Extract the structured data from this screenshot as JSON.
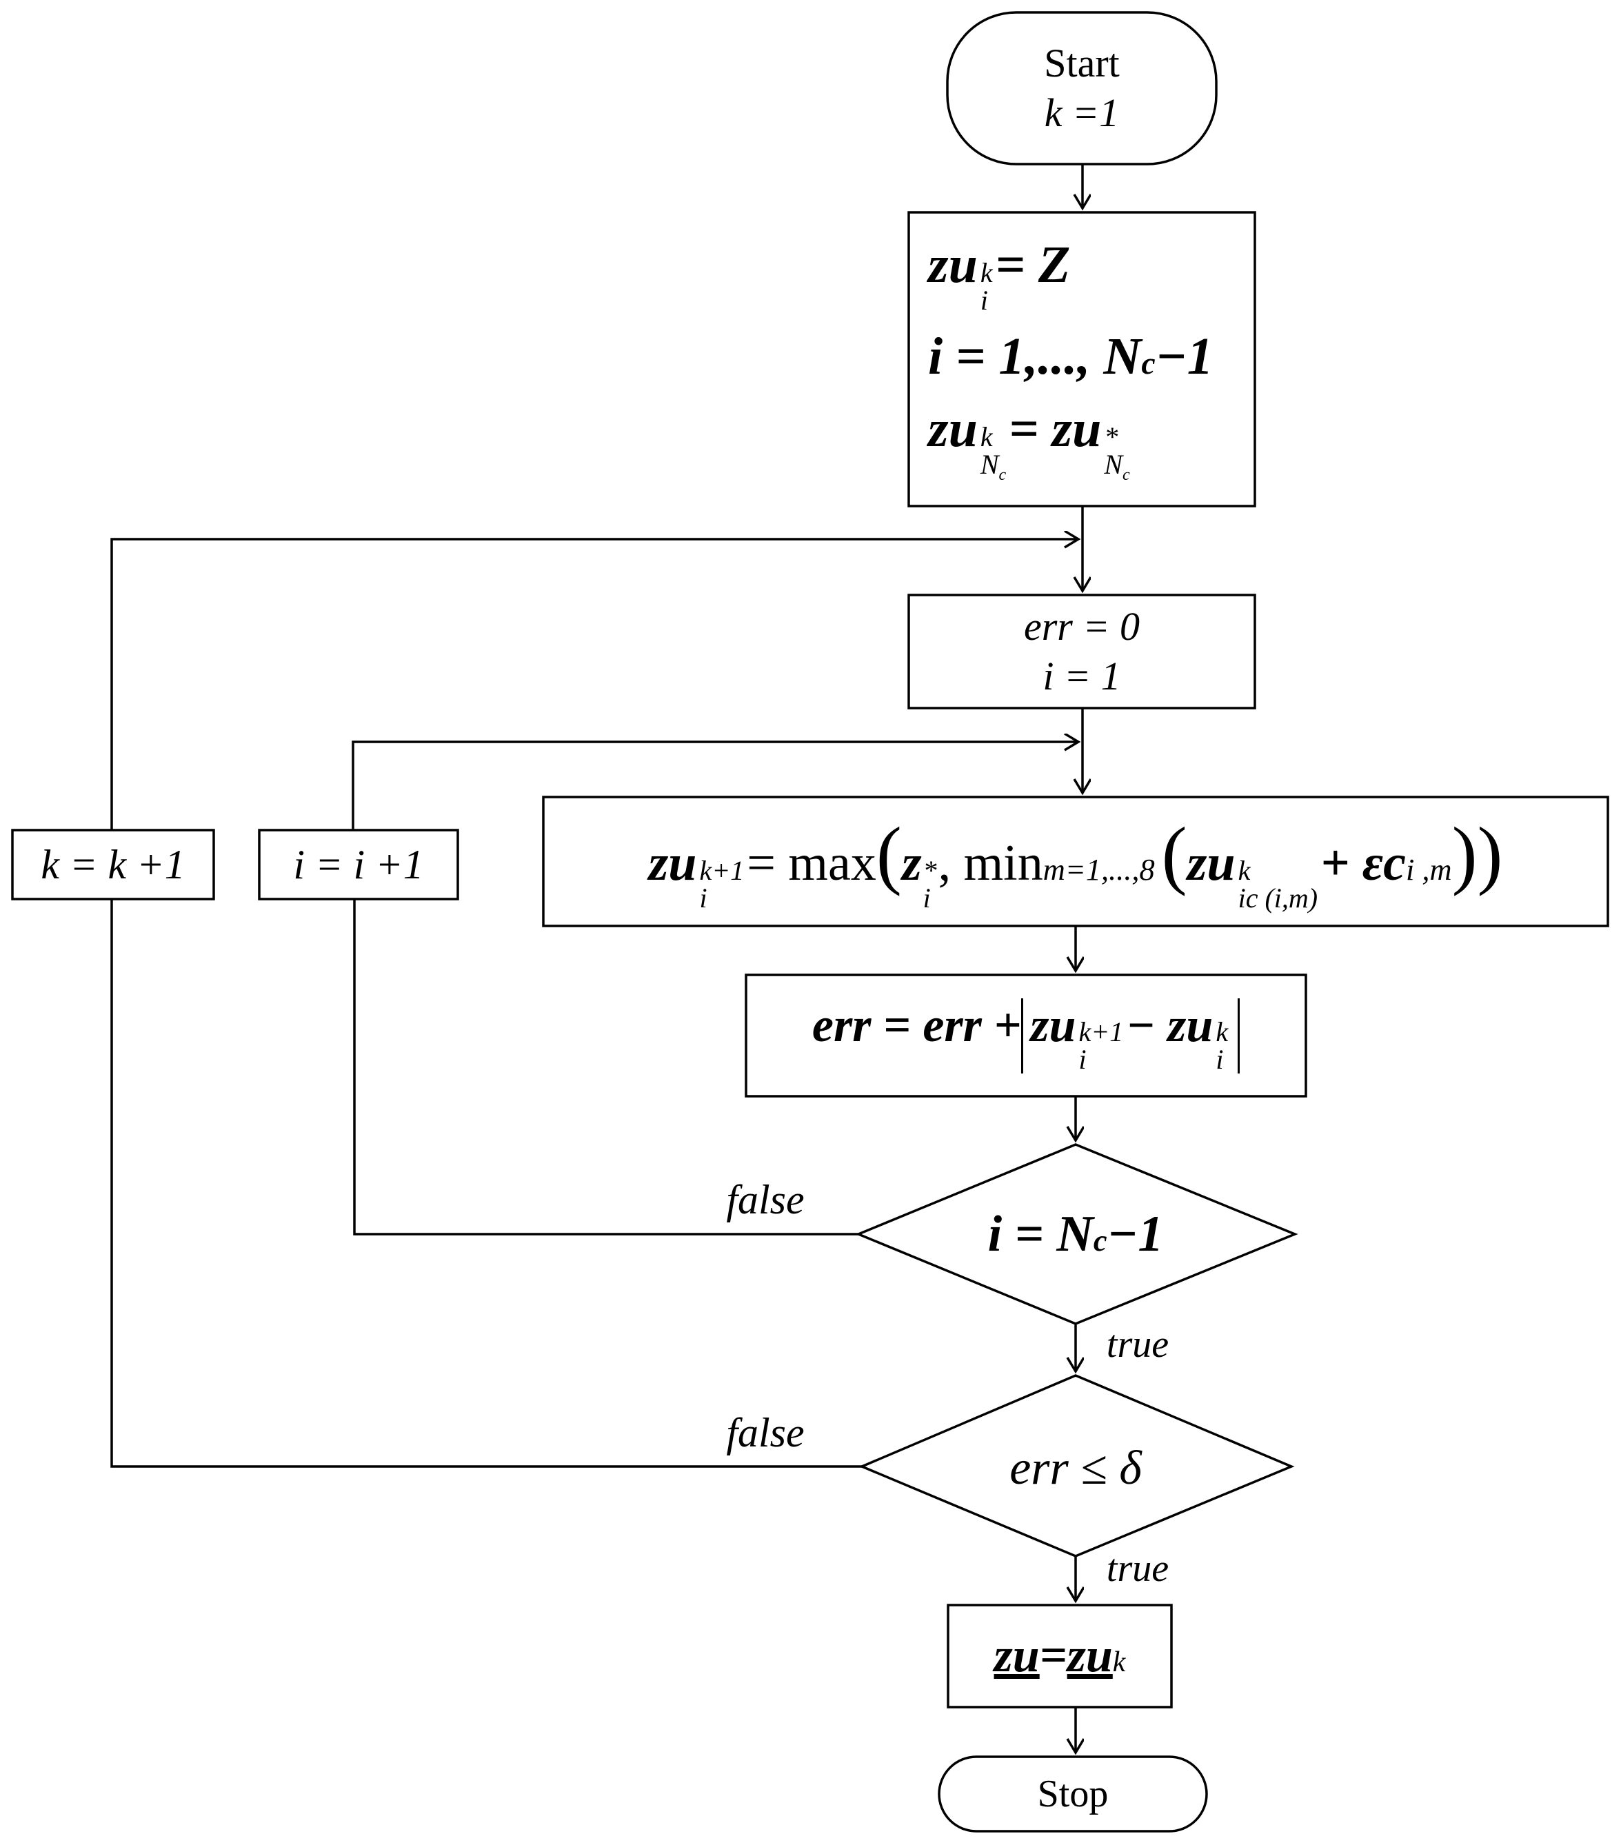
{
  "start": {
    "line1": "Start",
    "line2": "k =1"
  },
  "init": {
    "l1a": "zu",
    "l1sub": "i",
    "l1sup": "k",
    "l1b": " = Z",
    "l2": "i = 1,..., N",
    "l2sub": "c",
    "l2b": " −1",
    "l3a": "zu",
    "l3sub": "N",
    "l3subsub": "c",
    "l3sup": "k",
    "l3b": " = zu",
    "l3sub2": "N",
    "l3subsub2": "c",
    "l3sup2": "*"
  },
  "reset": {
    "line1": "err = 0",
    "line2": "i = 1"
  },
  "update": {
    "lhs": "zu",
    "lhs_sub": "i",
    "lhs_sup": "k+1",
    "eq": " = max",
    "z": "z",
    "z_sub": "i",
    "z_sup": "*",
    "min": ", min",
    "min_sub": "m=1,...,8",
    "inner": "zu",
    "inner_sub": "ic (i,m)",
    "inner_sup": "k",
    "plus": " + εc",
    "c_sub": "i ,m"
  },
  "err_update": {
    "lhs": "err = err + ",
    "a": "zu",
    "a_sub": "i",
    "a_sup": "k+1",
    "minus": " − zu",
    "b_sub": "i",
    "b_sup": "k"
  },
  "decision_i": {
    "label": "i = N",
    "sub": "c",
    "tail": " −1"
  },
  "decision_err": {
    "label": "err ≤ δ"
  },
  "result": {
    "lhs": "zu",
    "eq": " = ",
    "rhs": "zu",
    "sup": "k"
  },
  "stop": {
    "label": "Stop"
  },
  "inc_k": {
    "label": "k = k +1"
  },
  "inc_i": {
    "label": "i = i +1"
  },
  "edges": {
    "false1": "false",
    "true1": "true",
    "false2": "false",
    "true2": "true"
  }
}
